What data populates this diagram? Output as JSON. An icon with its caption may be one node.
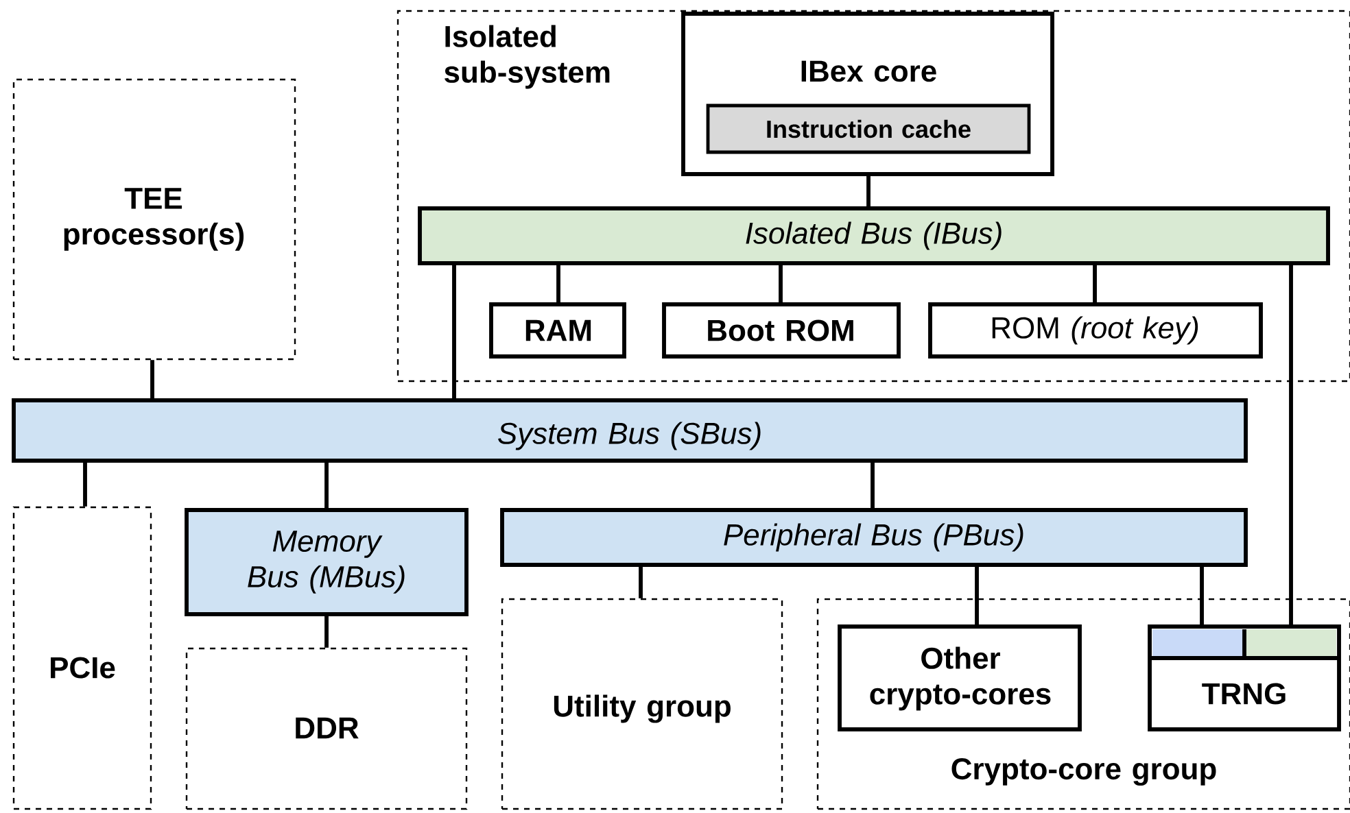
{
  "diagram": {
    "nodes": [
      {
        "text": [
          "Isolated sub-system"
        ]
      },
      {
        "text": [
          "IBex core"
        ],
        "in": 0
      },
      {
        "text": [
          "Instruction cache"
        ],
        "in": 1
      },
      {
        "text": [
          "Isolated Bus (IBus)"
        ],
        "in": 0
      },
      {
        "text": [
          "RAM"
        ],
        "in": 0
      },
      {
        "text": [
          "Boot ROM"
        ],
        "in": 0
      },
      {
        "text": [
          "ROM *(root key)*"
        ],
        "in": 0
      },
      {
        "text": [
          "TEE processor(s)"
        ]
      },
      {
        "text": [
          "System Bus (SBus)"
        ]
      },
      {
        "text": [
          "PCIe"
        ]
      },
      {
        "text": [
          "Memory Bus (MBus)"
        ]
      },
      {
        "text": [
          "DDR"
        ]
      },
      {
        "text": [
          "Peripheral Bus (PBus)"
        ]
      },
      {
        "text": [
          "Utility group"
        ]
      },
      {
        "text": [
          "Crypto-core group"
        ]
      },
      {
        "text": [
          "Other crypto-cores"
        ],
        "in": 14
      },
      {
        "text": [
          "TRNG"
        ],
        "in": 14
      }
    ],
    "edges": [
      {
        "from": 1,
        "to": 3,
        "arrow": "none"
      },
      {
        "from": 3,
        "to": 4,
        "arrow": "none"
      },
      {
        "from": 3,
        "to": 5,
        "arrow": "none"
      },
      {
        "from": 3,
        "to": 6,
        "arrow": "none"
      },
      {
        "from": 3,
        "to": 8,
        "arrow": "none"
      },
      {
        "from": 3,
        "to": 16,
        "arrow": "none"
      },
      {
        "from": 7,
        "to": 8,
        "arrow": "none"
      },
      {
        "from": 8,
        "to": 9,
        "arrow": "none"
      },
      {
        "from": 8,
        "to": 10,
        "arrow": "none"
      },
      {
        "from": 8,
        "to": 12,
        "arrow": "none"
      },
      {
        "from": 10,
        "to": 11,
        "arrow": "none"
      },
      {
        "from": 12,
        "to": 13,
        "arrow": "none"
      },
      {
        "from": 12,
        "to": 15,
        "arrow": "none"
      },
      {
        "from": 12,
        "to": 16,
        "arrow": "none"
      }
    ]
  }
}
